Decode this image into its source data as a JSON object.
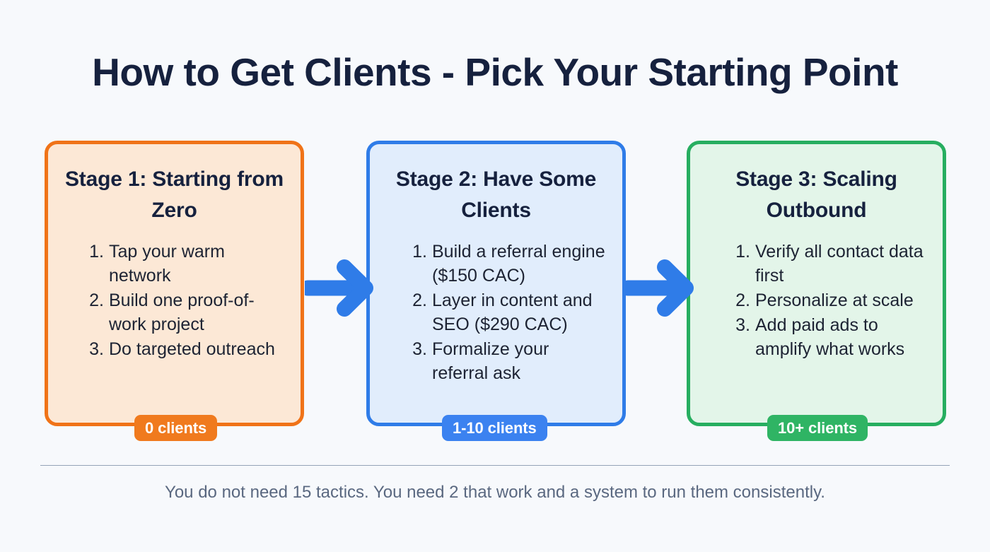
{
  "title": "How to Get Clients - Pick Your Starting Point",
  "colors": {
    "background": "#f7f9fc",
    "heading": "#16213e",
    "stage1_border": "#f07318",
    "stage1_fill": "#fce8d6",
    "stage1_badge": "#f07a1e",
    "stage2_border": "#2f7ce8",
    "stage2_fill": "#e1edfc",
    "stage2_badge": "#3b82f0",
    "stage3_border": "#27ae60",
    "stage3_fill": "#e3f5e9",
    "stage3_badge": "#2fb464",
    "arrow": "#2f7ce8",
    "footer_text": "#5a6880",
    "divider": "#94a3b8"
  },
  "stages": [
    {
      "title": "Stage 1: Starting from Zero",
      "badge": "0 clients",
      "items": [
        {
          "num": "1.",
          "text": "Tap your warm network"
        },
        {
          "num": "2.",
          "text": "Build one proof-of-work project"
        },
        {
          "num": "3.",
          "text": "Do targeted outreach"
        }
      ]
    },
    {
      "title": "Stage 2: Have Some Clients",
      "badge": "1-10 clients",
      "items": [
        {
          "num": "1.",
          "text": "Build a referral engine ($150 CAC)"
        },
        {
          "num": "2.",
          "text": "Layer in content and SEO ($290 CAC)"
        },
        {
          "num": "3.",
          "text": "Formalize your referral ask"
        }
      ]
    },
    {
      "title": "Stage 3: Scaling Outbound",
      "badge": "10+ clients",
      "items": [
        {
          "num": "1.",
          "text": "Verify all contact data first"
        },
        {
          "num": "2.",
          "text": "Personalize at scale"
        },
        {
          "num": "3.",
          "text": "Add paid ads to amplify what works"
        }
      ]
    }
  ],
  "arrows": [
    {
      "name": "arrow-stage1-to-stage2"
    },
    {
      "name": "arrow-stage2-to-stage3"
    }
  ],
  "footer": {
    "note": "You do not need 15 tactics. You need 2 that work and a system to run them consistently."
  }
}
